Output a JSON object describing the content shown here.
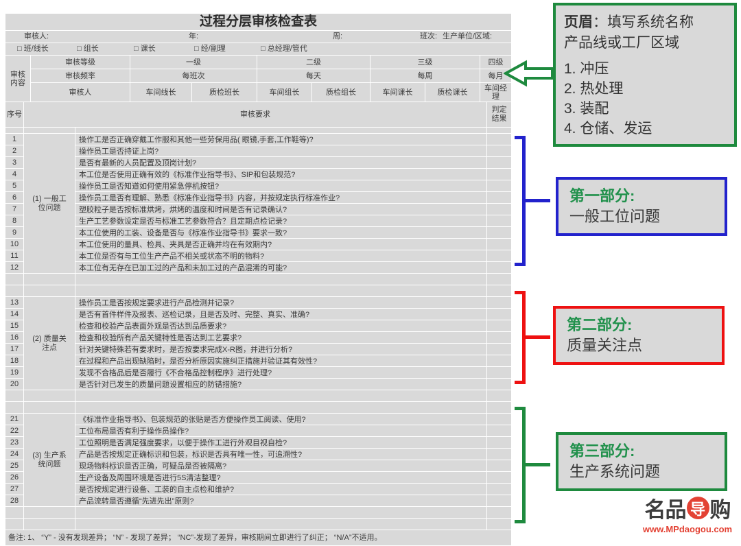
{
  "table": {
    "title": "过程分层审核检查表",
    "info_fields": [
      "审核人:",
      "年:",
      "周:",
      "班次:",
      "生产单位/区域:"
    ],
    "auditor_checkboxes": [
      "□ 班/线长",
      "□ 组长",
      "□ 课长",
      "□ 经/副理",
      "□ 总经理/管代"
    ],
    "content_header": {
      "corner": "审核内容",
      "row_labels": [
        "审核等级",
        "审核频率",
        "审核人"
      ],
      "levels": [
        "一级",
        "二级",
        "三级",
        "四级"
      ],
      "frequencies": [
        "每班次",
        "每天",
        "每周",
        "每月"
      ],
      "auditors": [
        "车间线长",
        "质检班长",
        "车间组长",
        "质检组长",
        "车间课长",
        "质检课长",
        "车间经理"
      ]
    },
    "columns": {
      "no": "序号",
      "requirement": "审核要求",
      "result": "判定结果"
    },
    "sections": [
      {
        "category": "(1) 一般工位问题",
        "items": [
          "操作工是否正确穿戴工作服和其他一些劳保用品( 眼镜,手套,工作鞋等)?",
          "操作员工是否持证上岗?",
          "是否有最新的人员配置及顶岗计划?",
          "本工位是否使用正确有效的《标准作业指导书》、SIP和包装规范?",
          "操作员工是否知道如何使用紧急停机按钮?",
          "操作员工是否有理解、熟悉《标准作业指导书》内容，并按规定执行标准作业?",
          "塑胶粒子是否按标准烘烤，烘烤的温度和时间是否有记录确认?",
          "生产工艺参数设定是否与标准工艺参数符合？且定期点检记录?",
          "本工位使用的工装、设备是否与《标准作业指导书》要求一致?",
          "本工位使用的量具、检具、夹具是否正确并均在有效期内?",
          "本工位是否有与工位生产产品不相关或状态不明的物料?",
          "本工位有无存在已加工过的产品和未加工过的产品混淆的可能?"
        ]
      },
      {
        "category": "(2) 质量关注点",
        "items": [
          "操作员工是否按规定要求进行产品检测并记录?",
          "是否有首件样件及报表、巡检记录，且是否及时、完整、真实、准确?",
          "检查和校验产品表面外观是否达到品质要求?",
          "检查和校验所有产品关键特性是否达到工艺要求?",
          "针对关键特殊若有要求时，是否按要求完成X-R图，并进行分析?",
          "在过程和产品出现缺陷时，是否分析原因实施纠正措施并验证其有效性?",
          "发现不合格品后是否履行《不合格品控制程序》进行处理?",
          "是否针对已发生的质量问题设置相应的防错措施?"
        ]
      },
      {
        "category": "(3) 生产系统问题",
        "items": [
          "《标准作业指导书》、包装规范的张贴是否方便操作员工阅读、使用?",
          "工位布局是否有利于操作员操作?",
          "工位照明是否满足强度要求，以便于操作工进行外观目视自检?",
          "产品是否按规定正确标识和包装，标识是否具有唯一性，可追溯性?",
          "现场物料标识是否正确，可疑品是否被隔离?",
          "生产设备及周围环境是否进行5S清洁整理?",
          "是否按规定进行设备、工装的自主点检和维护?",
          "产品流转是否遵循“先进先出”原则?"
        ]
      }
    ],
    "remark": "备注: 1、 “Y” - 没有发现差异；  “N” - 发现了差异；  “NC”-发现了差异，审核期间立即进行了纠正；  “N/A”不适用。"
  },
  "annotations": {
    "header_note": {
      "label": "页眉",
      "intro_rest": "：填写系统名称",
      "intro_line2": "产品线或工厂区域",
      "items": [
        "1. 冲压",
        "2. 热处理",
        "3. 装配",
        "4. 仓储、发运"
      ]
    },
    "part1": {
      "title": "第一部分:",
      "text": "一般工位问题"
    },
    "part2": {
      "title": "第二部分:",
      "text": "质量关注点"
    },
    "part3": {
      "title": "第三部分:",
      "text": "生产系统问题"
    }
  },
  "logo": {
    "chars_left": "名品",
    "char_mid": "导",
    "char_right": "购",
    "url": "www.MPdaogou.com"
  },
  "colors": {
    "green": "#1e8a3e",
    "blue": "#2222cc",
    "red": "#ee1111",
    "cell_gray": "#d9d9d9",
    "text": "#3b3b3b",
    "logo_red": "#e34234"
  }
}
